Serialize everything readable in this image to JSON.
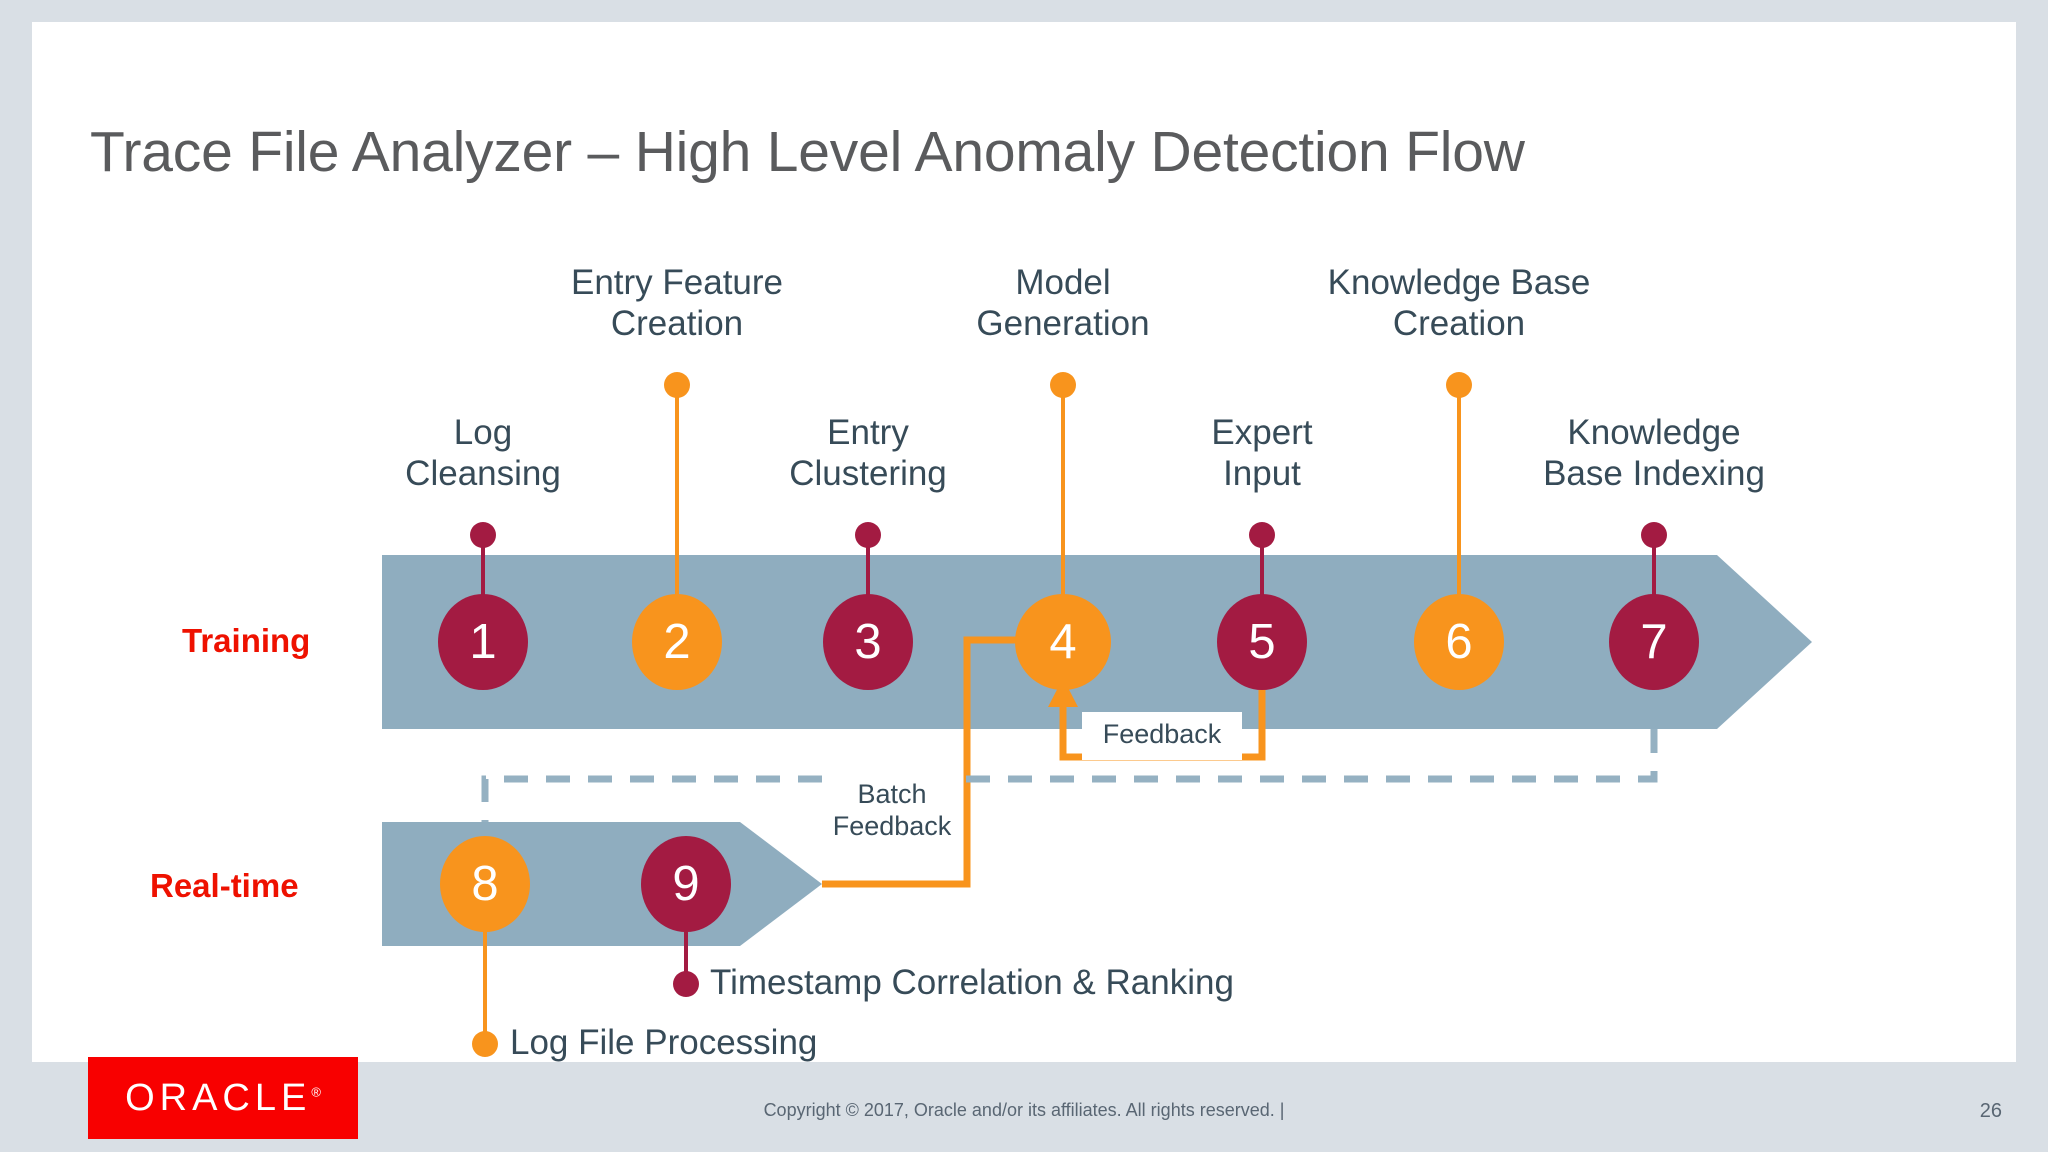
{
  "slide": {
    "title": "Trace File Analyzer – High Level Anomaly Detection Flow",
    "page_number": "26",
    "copyright": "Copyright © 2017, Oracle and/or its affiliates. All rights reserved.  |",
    "logo_text": "ORACLE",
    "logo_registered": "®",
    "colors": {
      "slide_bg": "#ffffff",
      "outer_bg": "#d9dfe5",
      "title_gray": "#5a5b5d",
      "band_steel_blue": "#8fadbf",
      "label_slate": "#374b58",
      "accent_red": "#ee1100",
      "node_maroon": "#a31b42",
      "node_orange": "#f8941d",
      "oracle_red": "#f80000"
    }
  },
  "bands": [
    {
      "id": "training",
      "label": "Training"
    },
    {
      "id": "realtime",
      "label": "Real-time"
    }
  ],
  "nodes": [
    {
      "number": "1",
      "color": "maroon",
      "band": "training",
      "label": "Log\nCleansing",
      "label_tier": "low"
    },
    {
      "number": "2",
      "color": "orange",
      "band": "training",
      "label": "Entry Feature\nCreation",
      "label_tier": "high"
    },
    {
      "number": "3",
      "color": "maroon",
      "band": "training",
      "label": "Entry\nClustering",
      "label_tier": "low"
    },
    {
      "number": "4",
      "color": "orange",
      "band": "training",
      "label": "Model\nGeneration",
      "label_tier": "high"
    },
    {
      "number": "5",
      "color": "maroon",
      "band": "training",
      "label": "Expert\nInput",
      "label_tier": "low"
    },
    {
      "number": "6",
      "color": "orange",
      "band": "training",
      "label": "Knowledge Base\nCreation",
      "label_tier": "high"
    },
    {
      "number": "7",
      "color": "maroon",
      "band": "training",
      "label": "Knowledge\nBase Indexing",
      "label_tier": "low"
    },
    {
      "number": "8",
      "color": "orange",
      "band": "realtime",
      "label": "Log File Processing",
      "label_tier": "below"
    },
    {
      "number": "9",
      "color": "maroon",
      "band": "realtime",
      "label": "Timestamp Correlation & Ranking",
      "label_tier": "below"
    }
  ],
  "connectors": [
    {
      "id": "feedback",
      "label": "Feedback",
      "from": "5",
      "to": "4",
      "style": "orange-solid"
    },
    {
      "id": "batch-feedback",
      "label": "Batch\nFeedback",
      "from": "9",
      "to": "4",
      "style": "orange-solid"
    },
    {
      "id": "kb-loop",
      "label": "",
      "from": "7",
      "to": "8",
      "style": "steel-dashed"
    }
  ]
}
